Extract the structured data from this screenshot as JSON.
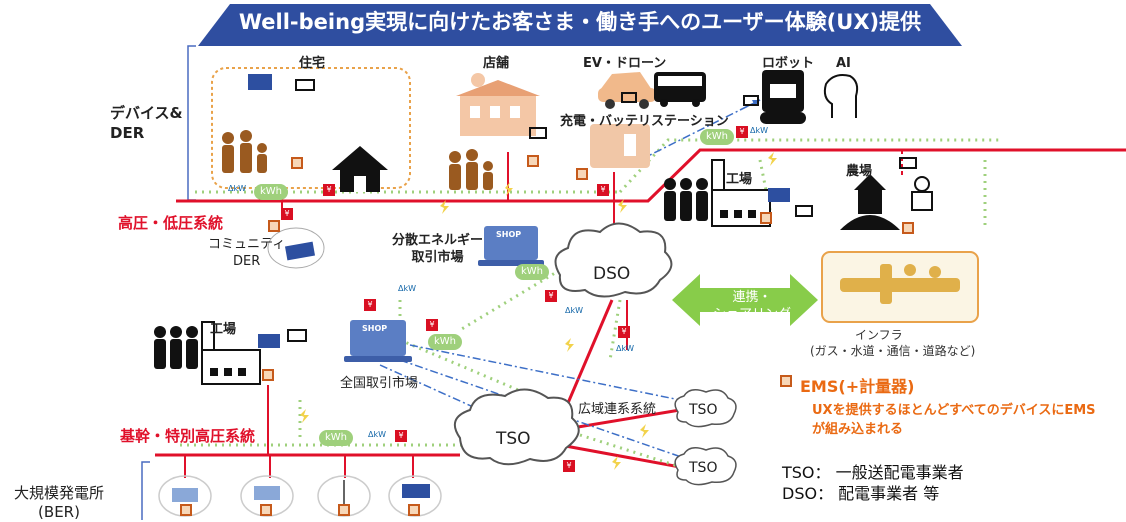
{
  "banner": {
    "title": "Well-being実現に向けたお客さま・働き手へのユーザー体験(UX)提供"
  },
  "devices_der_label": "デバイス&\nDER",
  "categories": {
    "housing": "住宅",
    "store": "店舗",
    "ev_drone": "EV・ドローン",
    "robot": "ロボット",
    "ai": "AI",
    "charging_station": "充電・バッテリステーション",
    "factory_upper": "工場",
    "farm": "農場",
    "community_der": "コミュニティ\nDER",
    "distributed_market": "分散エネルギー\n取引市場",
    "factory_lower": "工場",
    "national_market": "全国取引市場",
    "wide_area": "広域連系系統",
    "large_power_plant": "大規模発電所\n(BER)"
  },
  "grid_labels": {
    "high_low_voltage": "高圧・低圧系統",
    "trunk_extra_high": "基幹・特別高圧系統"
  },
  "clouds": {
    "dso": "DSO",
    "tso_main": "TSO",
    "tso_upper": "TSO",
    "tso_lower": "TSO"
  },
  "tokens": {
    "kwh": "kWh",
    "akw": "ΔkW",
    "yen": "¥",
    "shop": "SHOP"
  },
  "cooperation": {
    "label": "連携・\nシェアリング"
  },
  "infra": {
    "label": "インフラ",
    "sub": "(ガス・水道・通信・道路など)"
  },
  "legend": {
    "ems_title": "EMS(+計量器)",
    "ems_desc": "UXを提供するほとんどすべてのデバイスにEMS\nが組み込まれる",
    "tso_def": "TSO： 一般送配電事業者",
    "dso_def": "DSO： 配電事業者 等"
  },
  "colors": {
    "banner": "#2f4ea0",
    "power_line": "#e0102a",
    "dotted_link": "#9fd07c",
    "comm_link": "#3d6fc7",
    "ems": "#ea6a13",
    "orange_box": "#e9a24a"
  }
}
